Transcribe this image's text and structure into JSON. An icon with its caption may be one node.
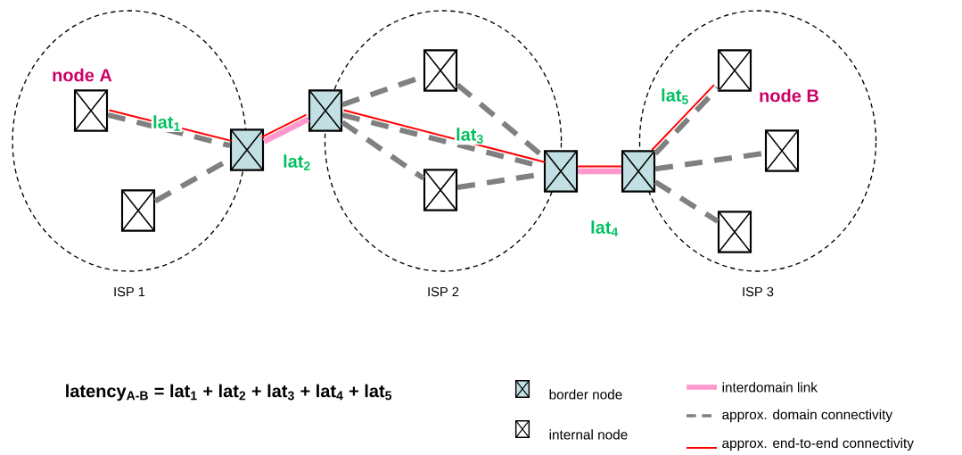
{
  "diagram": {
    "nodes": [
      {
        "text": [
          "ISP 1"
        ]
      },
      {
        "text": [],
        "shape": "box",
        "beside": [
          "node A"
        ],
        "in": 0
      },
      {
        "text": [],
        "shape": "box"
      },
      {
        "text": [],
        "shape": "box",
        "in": 0
      },
      {
        "text": [
          "ISP 2"
        ]
      },
      {
        "text": [],
        "shape": "box"
      },
      {
        "text": [],
        "shape": "box",
        "in": 4
      },
      {
        "text": [],
        "shape": "box",
        "in": 4
      },
      {
        "text": [],
        "shape": "box"
      },
      {
        "text": [
          "ISP 3"
        ]
      },
      {
        "text": [],
        "shape": "box"
      },
      {
        "text": [],
        "shape": "box",
        "beside": [
          "node B"
        ],
        "in": 9
      },
      {
        "text": [],
        "shape": "box",
        "in": 9
      },
      {
        "text": [],
        "shape": "box",
        "in": 9
      }
    ],
    "edges": [
      {
        "from": 1,
        "to": 2,
        "arrow": "none",
        "style": "dashed"
      },
      {
        "from": 3,
        "to": 2,
        "arrow": "none",
        "style": "dashed"
      },
      {
        "from": 5,
        "to": 6,
        "arrow": "none",
        "style": "dashed"
      },
      {
        "from": 5,
        "to": 7,
        "arrow": "none",
        "style": "dashed"
      },
      {
        "from": 5,
        "to": 8,
        "arrow": "none",
        "style": "dashed"
      },
      {
        "from": 6,
        "to": 8,
        "arrow": "none",
        "style": "dashed"
      },
      {
        "from": 7,
        "to": 8,
        "arrow": "none",
        "style": "dashed"
      },
      {
        "from": 10,
        "to": 11,
        "arrow": "none",
        "style": "dashed"
      },
      {
        "from": 10,
        "to": 12,
        "arrow": "none",
        "style": "dashed"
      },
      {
        "from": 10,
        "to": 13,
        "arrow": "none",
        "style": "dashed"
      },
      {
        "from": 2,
        "to": 5,
        "arrow": "none",
        "color": "#ff99cc"
      },
      {
        "from": 8,
        "to": 10,
        "arrow": "none",
        "color": "#ff99cc"
      },
      {
        "from": 1,
        "to": 2,
        "arrow": "none",
        "color": "#ff0000",
        "label": "lat$_{1}$"
      },
      {
        "from": 2,
        "to": 5,
        "arrow": "none",
        "color": "#ff0000",
        "label": "lat$_{2}$"
      },
      {
        "from": 5,
        "to": 8,
        "arrow": "none",
        "color": "#ff0000",
        "label": "lat$_{3}$"
      },
      {
        "from": 8,
        "to": 10,
        "arrow": "none",
        "color": "#ff0000",
        "label": "lat$_{4}$"
      },
      {
        "from": 10,
        "to": 11,
        "arrow": "none",
        "color": "#ff0000",
        "label": "lat$_{5}$"
      }
    ],
    "labels": [
      "latency$_{A-B}$ = lat$_{1}$ + lat$_{2}$ + lat$_{3}$ + lat$_{4}$ + lat$_{5}$"
    ],
    "legend": [
      {
        "text": "border node"
      },
      {
        "text": "internal node"
      },
      {
        "text": "interdomain link"
      },
      {
        "text": "approx. domain connectivity"
      },
      {
        "text": "approx. end-to-end connectivity"
      }
    ]
  }
}
